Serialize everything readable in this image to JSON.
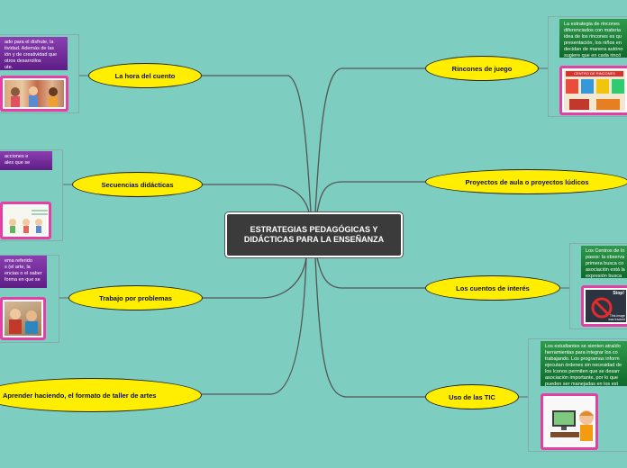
{
  "center": {
    "title": "ESTRATEGIAS PEDAGÓGICAS Y DIDÁCTICAS PARA LA ENSEÑANZA"
  },
  "nodes": {
    "hora_cuento": "La hora del cuento",
    "secuencias": "Secuencias didácticas",
    "trabajo_problemas": "Trabajo por problemas",
    "aprender_haciendo": "Aprender haciendo, el formato de taller de artes",
    "rincones": "Rincones de juego",
    "proyectos": "Proyectos de aula o proyectos lúdicos",
    "cuentos_interes": "Los cuentos de interés",
    "tic": "Uso de las TIC"
  },
  "notes": {
    "hora_cuento": "ado para el disfrute, la\ntividad.  Además de las\nión  y de creatividad que\notros desarrollos\nute.",
    "secuencias": "acciones e\nales que se",
    "trabajo_problemas": "ema referido\ns (el arte, la\nencias o el saber\nforma en que se",
    "rincones": "La estrategia  de rincones\ndiferenciados con materia\nidea de los rincones es qu\npresentación, los niños en\ndecidan de manera autóno\nsugiere que en cada rincó",
    "cuentos_interes": "Los Centros de In\npasos: la observa\nprimera busca co\nasociación está la\nexpresión busca c",
    "tic": "Los estudiantes se sienten atraído\nherramientas para integrar los co\ntrabajando. Los programas inform\nejecutan órdenes sin necesidad de\nlos íconos permiten que se desarr\nasociación importante, por lo que\npueden ser manejadas en los ext"
  },
  "images": {
    "rincones_caption": "CENTRO DE RINCONES",
    "cuentos_interes_stop": "Stop!",
    "cuentos_interes_caption": "This image\nwas tracked"
  },
  "colors": {
    "background": "#7dcdc1",
    "node_fill": "#ffee00",
    "center_fill": "#3b3b3b",
    "note_purple": "#7a2fa3",
    "note_green": "#1f8a3d",
    "image_border": "#e63fa3"
  }
}
